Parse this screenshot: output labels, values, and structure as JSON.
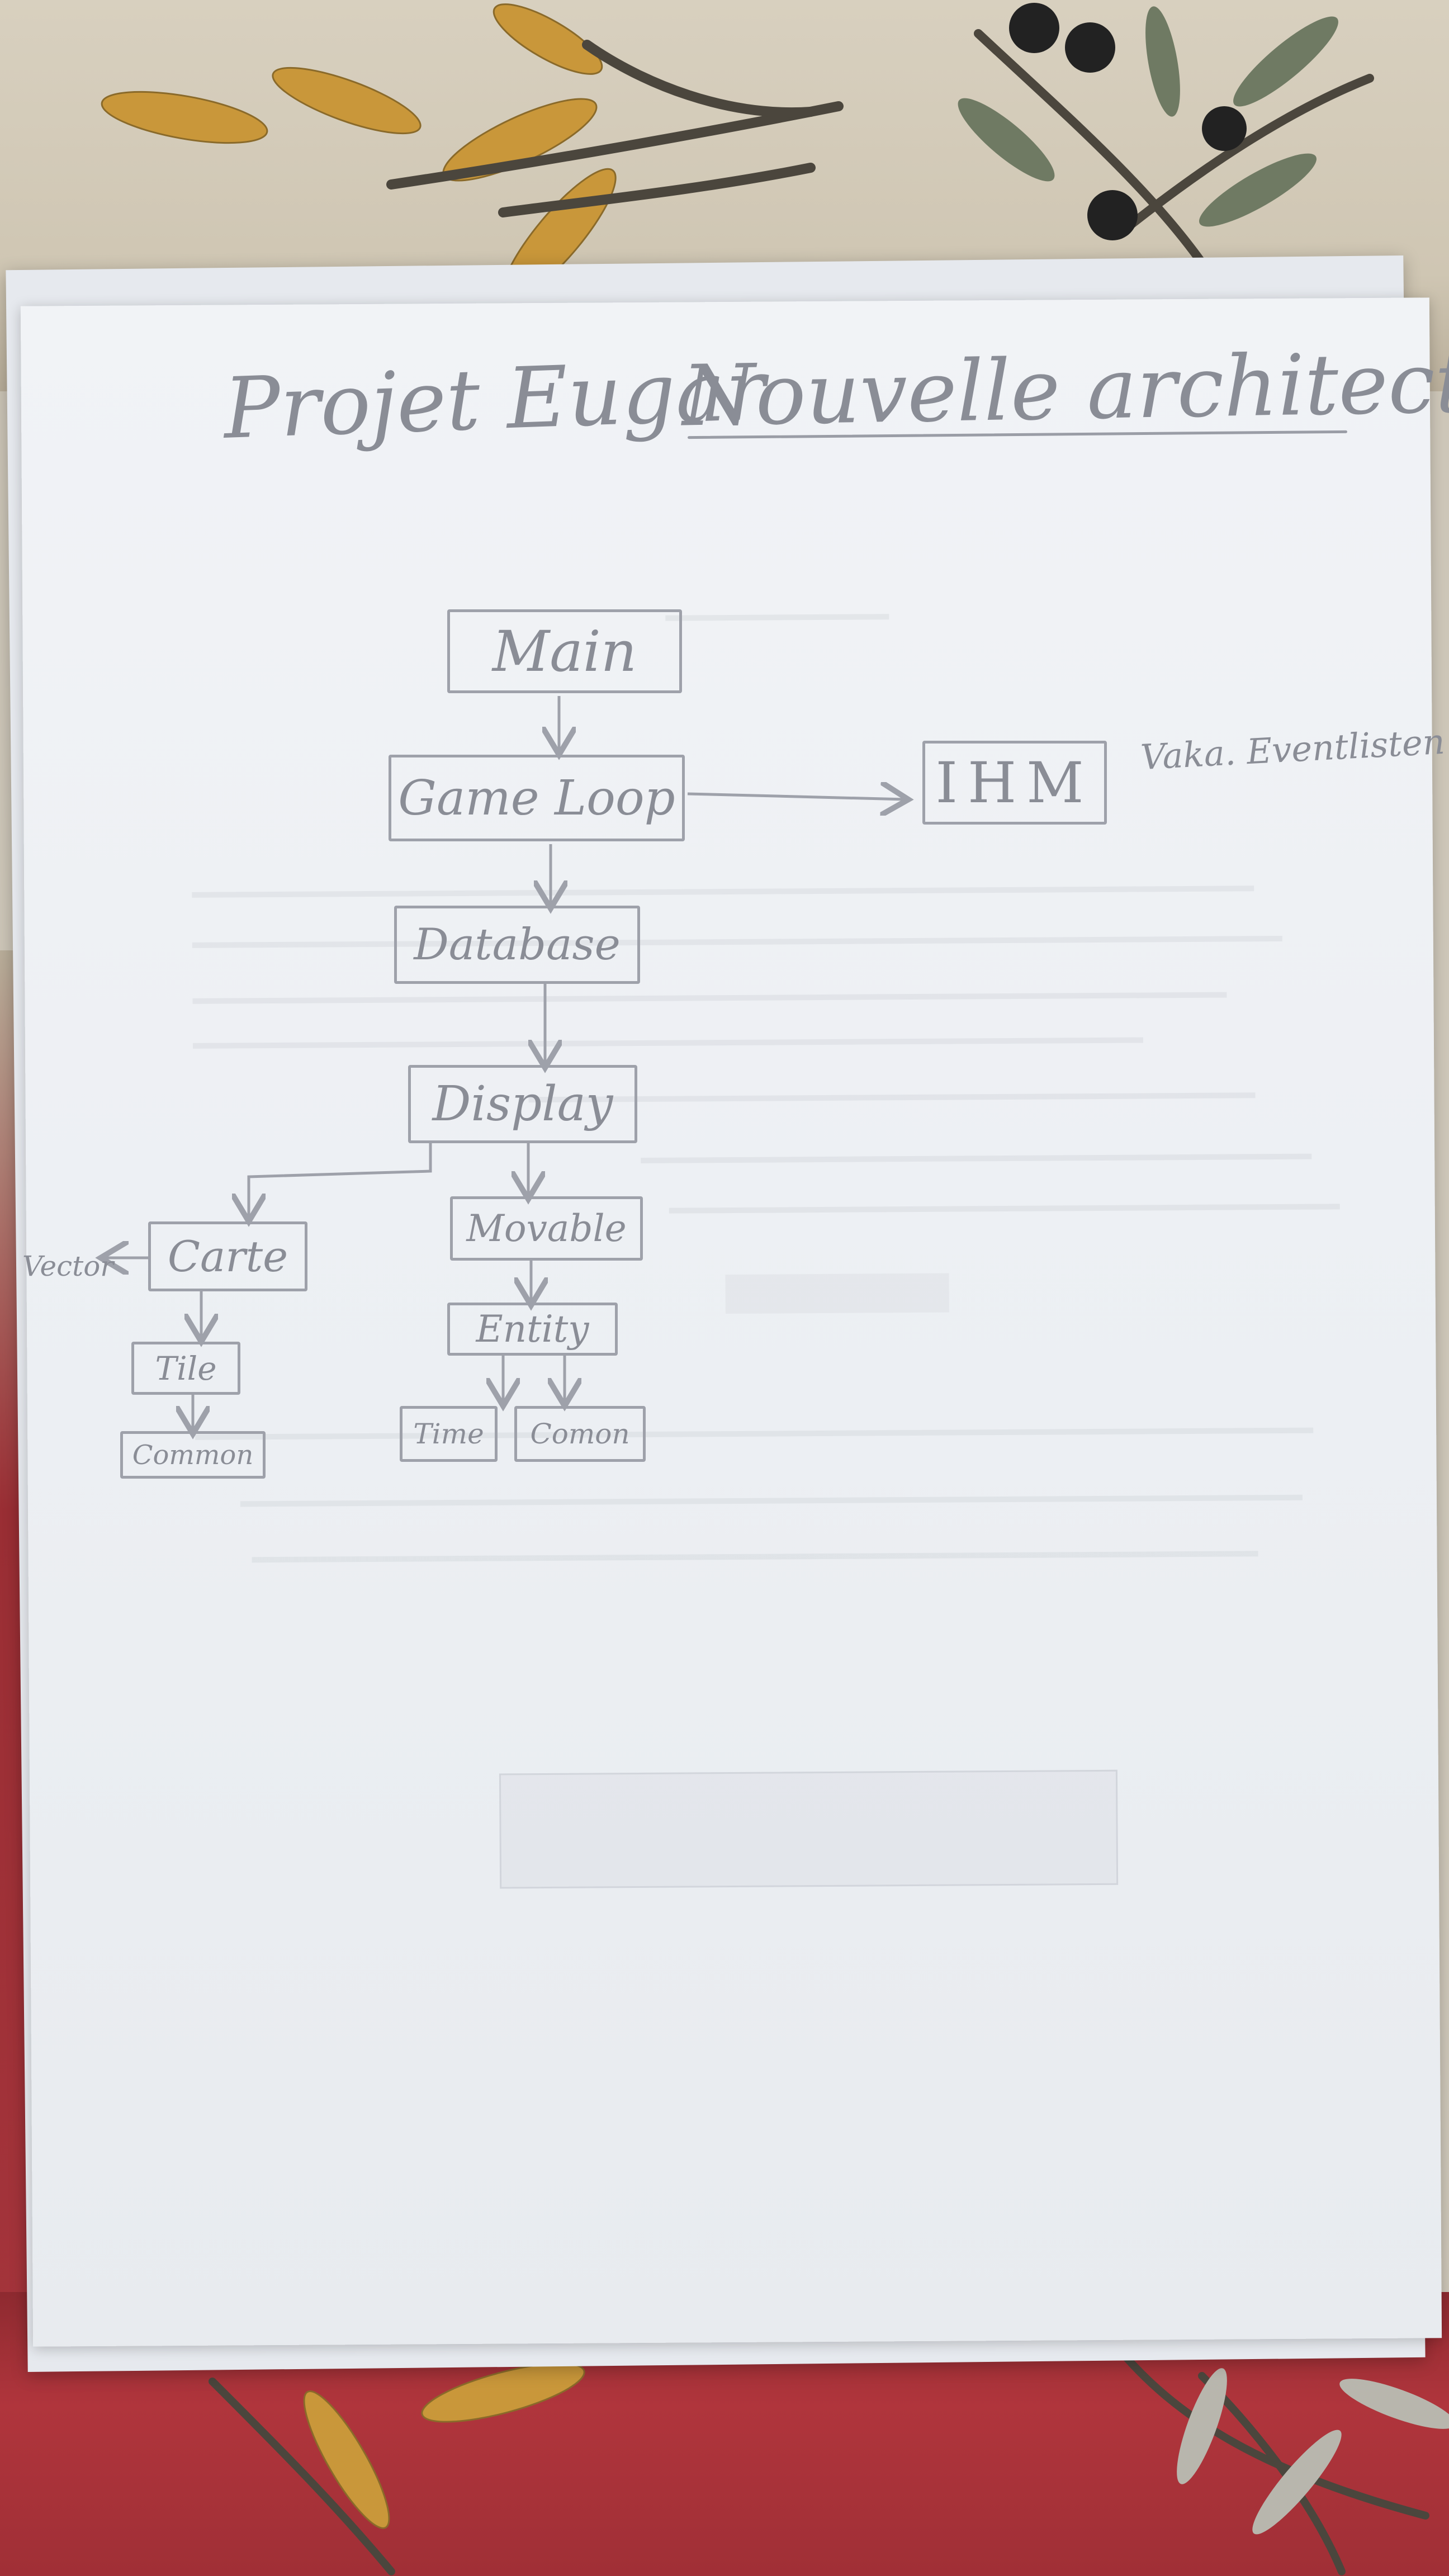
{
  "diagram": {
    "title_left": "Projet Eugar",
    "title_right": "Nouvelle architecture",
    "nodes": {
      "main": "Main",
      "game_loop": "Game Loop",
      "ihm": "IHM",
      "database": "Database",
      "display": "Display",
      "carte": "Carte",
      "movable": "Movable",
      "entity": "Entity",
      "tile": "Tile",
      "common_left": "Common",
      "time": "Time",
      "common_right": "Comon",
      "vector": "Vector"
    },
    "ihm_annotation": "Vaka. Eventlisten"
  },
  "colors": {
    "ink": "#8a8d96",
    "paper": "#eceff3",
    "tablecloth_top": "#d3cbb9",
    "tablecloth_bottom": "#a4343b"
  }
}
